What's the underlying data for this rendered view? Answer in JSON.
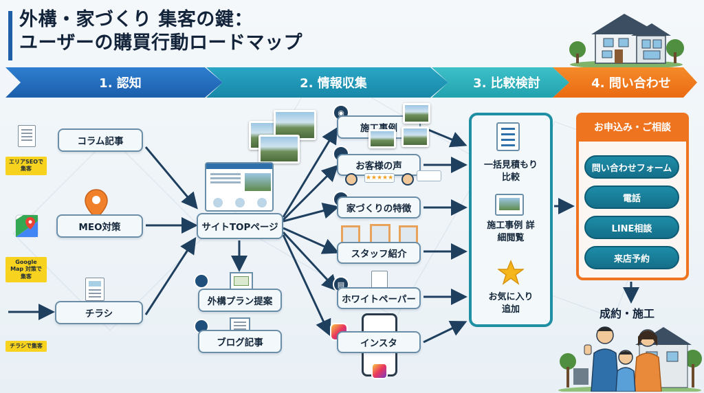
{
  "title": {
    "line1": "外構・家づくり 集客の鍵：",
    "line2": "ユーザーの購買行動ロードマップ"
  },
  "stages": [
    {
      "label": "1. 認知"
    },
    {
      "label": "2. 情報収集"
    },
    {
      "label": "3. 比較検討"
    },
    {
      "label": "4. 問い合わせ"
    }
  ],
  "awareness": {
    "column": "コラム記事",
    "column_tag": "エリアSEOで 集客",
    "meo": "MEO対策",
    "meo_tag": "Google Map 対策で集客",
    "flyer": "チラシ",
    "flyer_tag": "チラシで集客"
  },
  "hub": {
    "site_top": "サイトTOPページ",
    "exterior_plan": "外構プラン提案",
    "blog": "ブログ記事"
  },
  "info": {
    "cases": "施工事例",
    "voices": "お客様の声",
    "features": "家づくりの特徴",
    "staff": "スタッフ紹介",
    "whitepaper": "ホワイトペーパー",
    "instagram": "インスタ"
  },
  "compare": {
    "bulk_quote": "一括見積もり 比較",
    "case_detail": "施工事例 詳細閲覧",
    "favorite": "お気に入り 追加"
  },
  "contact": {
    "header": "お申込み・ご相談",
    "form": "問い合わせフォーム",
    "phone": "電話",
    "line": "LINE相談",
    "visit": "来店予約"
  },
  "result": "成約・施工",
  "colors": {
    "stage1": "#1b5eab",
    "stage2": "#1787a8",
    "stage3": "#21a2ae",
    "stage4": "#ea6a12",
    "arrow": "#1f3f5f",
    "tag": "#f7d21e"
  }
}
